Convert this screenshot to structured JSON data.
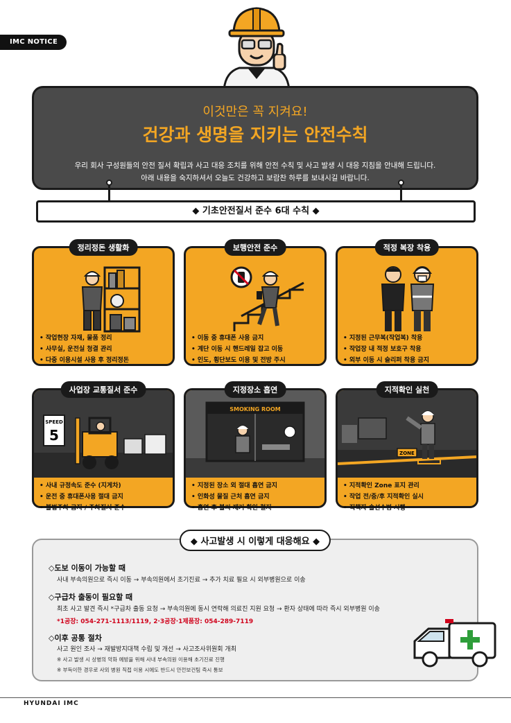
{
  "header": {
    "tag": "IMC NOTICE"
  },
  "hero": {
    "kicker": "이것만은 꼭 지켜요!",
    "title": "건강과 생명을 지키는 안전수칙",
    "desc_line1": "우리 회사 구성원들의 안전 질서 확립과 사고 대응 조치를 위해 안전 수칙 및 사고 발생 시 대응 지침을 안내해 드립니다.",
    "desc_line2": "아래 내용을 숙지하셔서 오늘도 건강하고 보람찬 하루를 보내시길 바랍니다."
  },
  "banner": {
    "title": "◆ 기초안전질서 준수 6대 수칙 ◆"
  },
  "rules": [
    {
      "label": "정리정돈 생활화",
      "items": [
        "작업현장 자재, 물품 정리",
        "사무실, 운전실 청결 관리",
        "다중 이용시설 사용 후 정리정돈"
      ]
    },
    {
      "label": "보행안전 준수",
      "items": [
        "이동 중 휴대폰 사용 금지",
        "계단 이동 시 핸드레일 잡고 이동",
        "인도, 횡단보도 이용 및 전방 주시"
      ]
    },
    {
      "label": "적정 복장 착용",
      "items": [
        "지정된 근무복(작업복) 착용",
        "작업장 내 적정 보호구 착용",
        "외부 이동 시 슬리퍼 착용 금지"
      ]
    },
    {
      "label": "사업장 교통질서 준수",
      "items": [
        "사내 규정속도 준수 (지게차)",
        "운전 중 휴대폰사용 절대 금지",
        "불법주차 금지 / 주차질서 준수"
      ]
    },
    {
      "label": "지정장소 흡연",
      "items": [
        "지정된 장소 외 절대 흡연 금지",
        "인화성 물질 근처 흡연 금지",
        "흡연 후 불씨 제거 확인 철저"
      ]
    },
    {
      "label": "지적확인 실천",
      "items": [
        "지적확인 Zone 표지 관리",
        "작업 전/중/후 지적확인 실시",
        "직책자 솔선수범 시행"
      ]
    }
  ],
  "illustration_text": {
    "speed_label": "SPEED",
    "speed_value": "5",
    "smoking_room": "SMOKING ROOM",
    "zone": "ZONE"
  },
  "accident": {
    "title": "◆ 사고발생 시 이렇게 대응해요 ◆",
    "s1_head": "◇도보 이동이 가능할 때",
    "s1_text": "사내 부속의원으로 즉시 이동 → 부속의원에서 초기진료 → 추가 치료 필요 시 외부병원으로 이송",
    "s2_head": "◇구급차 출동이 필요할 때",
    "s2_text": "최초 사고 발견 즉시 *구급차 출동 요청 → 부속의원에 동시 연락해 의료진 지원 요청 → 환자 상태에 따라 즉시 외부병원 이송",
    "s2_phone": "*1공장: 054-271-1113/1119, 2·3공장·1제품장: 054-289-7119",
    "s3_head": "◇이후 공통 절차",
    "s3_text": "사고 원인 조사 → 재발방지대책 수립 및 개선 → 사고조사위원회 개최",
    "note1": "※ 사고 발생 시 상병의 악화 예방을 위해 사내 부속의원 이용해 초기진료 진행",
    "note2": "※ 부득이한 경우로 사외 병원 직접 이용 시에도 반드시 안전보건팀 즉시 통보"
  },
  "footer": {
    "brand": "HYUNDAI IMC"
  },
  "colors": {
    "accent": "#f3a623",
    "dark": "#1a1a1a",
    "hero_bg": "#4a4a4a",
    "alert": "#d0021b"
  }
}
